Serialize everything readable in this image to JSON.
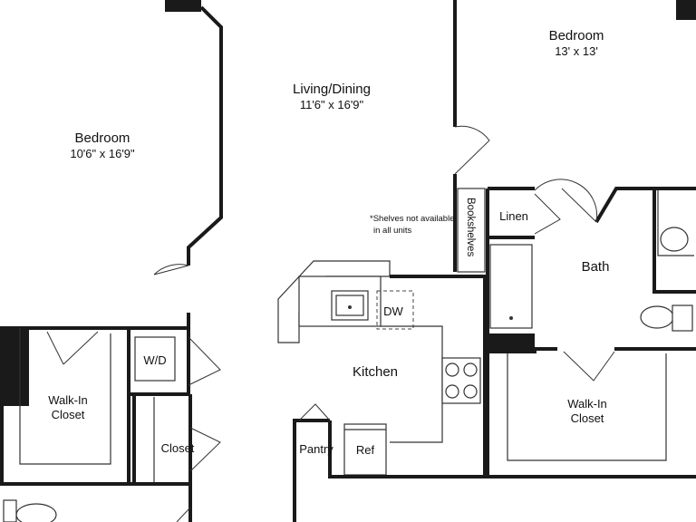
{
  "rooms": {
    "bedroom_left": {
      "name": "Bedroom",
      "dims": "10'6\" x 16'9\""
    },
    "living_dining": {
      "name": "Living/Dining",
      "dims": "11'6\" x 16'9\""
    },
    "bedroom_right": {
      "name": "Bedroom",
      "dims": "13' x 13'"
    },
    "kitchen": "Kitchen",
    "bath": "Bath",
    "linen": "Linen",
    "bookshelves": "Bookshelves",
    "walkin_left": {
      "line1": "Walk-In",
      "line2": "Closet"
    },
    "walkin_right": {
      "line1": "Walk-In",
      "line2": "Closet"
    },
    "closet": "Closet",
    "washer_dryer": "W/D",
    "pantry": "Pantry",
    "refrigerator": "Ref",
    "dishwasher": "DW"
  },
  "note": {
    "line1": "*Shelves not available",
    "line2": "in all units"
  }
}
